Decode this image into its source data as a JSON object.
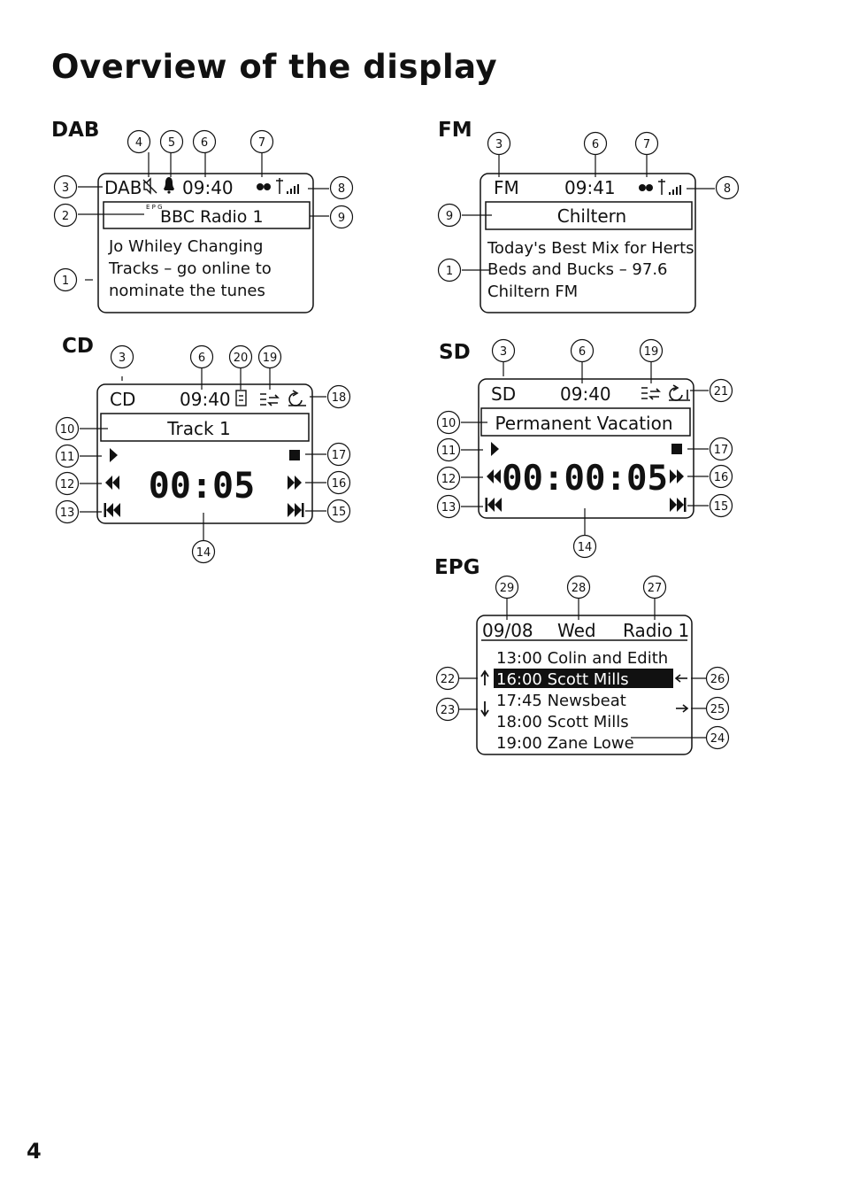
{
  "page": {
    "title": "Overview of the display",
    "page_number": "4"
  },
  "dab": {
    "label": "DAB",
    "mode": "DAB",
    "time": "09:40",
    "epg_mark": "E P G",
    "station": "BBC Radio 1",
    "text_lines": [
      "Jo Whiley Changing",
      "Tracks  – go online to",
      "nominate the tunes"
    ],
    "callouts": [
      "1",
      "2",
      "3",
      "4",
      "5",
      "6",
      "7",
      "8",
      "9"
    ]
  },
  "fm": {
    "label": "FM",
    "mode": "FM",
    "time": "09:41",
    "station": "Chiltern",
    "text_lines": [
      "Today's Best Mix for Herts",
      "Beds and Bucks – 97.6",
      "Chiltern FM"
    ],
    "callouts": [
      "1",
      "3",
      "6",
      "7",
      "8",
      "9"
    ]
  },
  "cd": {
    "label": "CD",
    "mode": "CD",
    "time": "09:40",
    "track": "Track 1",
    "elapsed": "00:05",
    "callouts": [
      "3",
      "6",
      "10",
      "11",
      "12",
      "13",
      "14",
      "15",
      "16",
      "17",
      "18",
      "19",
      "20"
    ]
  },
  "sd": {
    "label": "SD",
    "mode": "SD",
    "time": "09:40",
    "track": "Permanent Vacation",
    "elapsed": "00:00:05",
    "callouts": [
      "3",
      "6",
      "10",
      "11",
      "12",
      "13",
      "14",
      "15",
      "16",
      "17",
      "19",
      "21"
    ]
  },
  "epg": {
    "label": "EPG",
    "date": "09/08",
    "day": "Wed",
    "station": "Radio 1",
    "entries": [
      "13:00 Colin and Edith",
      "16:00 Scott Mills",
      "17:45 Newsbeat",
      "18:00 Scott Mills",
      "19:00 Zane Lowe"
    ],
    "selected_index": 1,
    "callouts": [
      "22",
      "23",
      "24",
      "25",
      "26",
      "27",
      "28",
      "29"
    ]
  }
}
